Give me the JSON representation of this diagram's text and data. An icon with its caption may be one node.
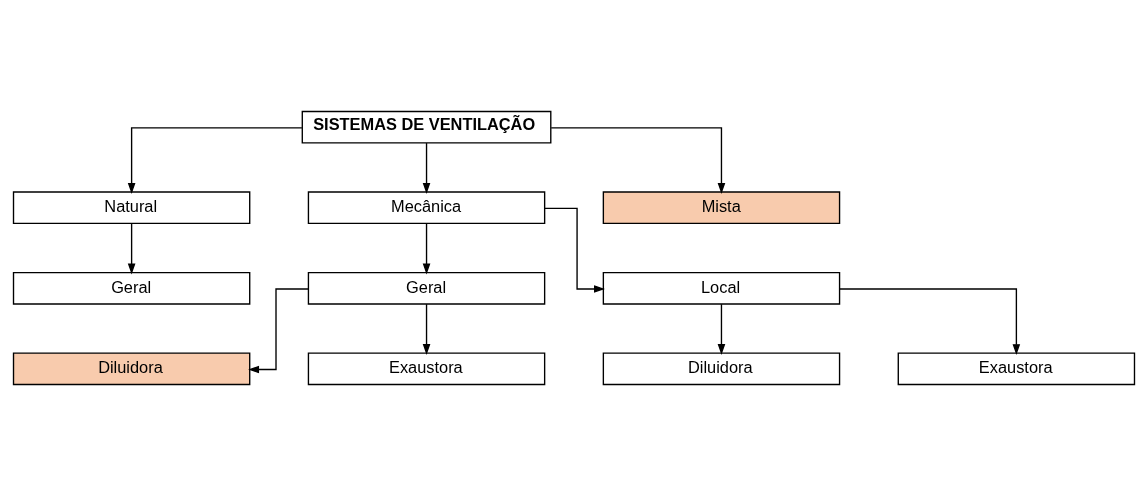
{
  "diagram": {
    "nodes": [
      {
        "text": [
          "SISTEMAS DE VENTILAÇÃO"
        ]
      },
      {
        "text": [
          "Natural"
        ]
      },
      {
        "text": [
          "Mecânica"
        ]
      },
      {
        "text": [
          "Mista"
        ]
      },
      {
        "text": [
          "Geral"
        ]
      },
      {
        "text": [
          "Geral"
        ]
      },
      {
        "text": [
          "Local"
        ]
      },
      {
        "text": [
          "Diluidora"
        ]
      },
      {
        "text": [
          "Exaustora"
        ]
      },
      {
        "text": [
          "Diluidora"
        ]
      },
      {
        "text": [
          "Exaustora"
        ]
      }
    ],
    "edges": [
      {
        "from": 0,
        "to": 1,
        "arrow": "to"
      },
      {
        "from": 0,
        "to": 2,
        "arrow": "to"
      },
      {
        "from": 0,
        "to": 3,
        "arrow": "to"
      },
      {
        "from": 1,
        "to": 4,
        "arrow": "to"
      },
      {
        "from": 2,
        "to": 5,
        "arrow": "to"
      },
      {
        "from": 2,
        "to": 6,
        "arrow": "to"
      },
      {
        "from": 5,
        "to": 7,
        "arrow": "to"
      },
      {
        "from": 5,
        "to": 8,
        "arrow": "to"
      },
      {
        "from": 6,
        "to": 9,
        "arrow": "to"
      },
      {
        "from": 6,
        "to": 10,
        "arrow": "to"
      }
    ]
  }
}
